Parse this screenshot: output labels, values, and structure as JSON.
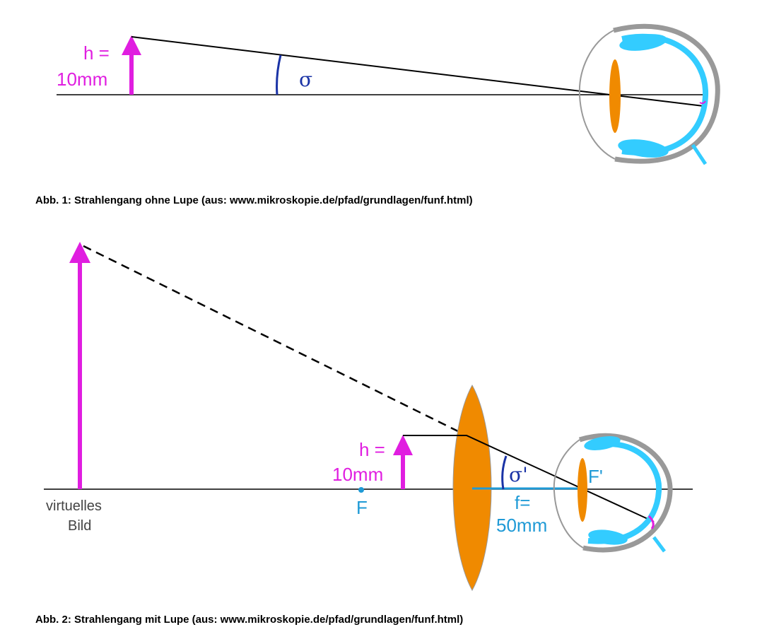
{
  "figure1": {
    "object_height_label_line1": "h =",
    "object_height_label_line2": "10mm",
    "angle_label": "σ",
    "caption": "Abb. 1: Strahlengang ohne Lupe (aus: www.mikroskopie.de/pfad/grundlagen/funf.html)"
  },
  "figure2": {
    "virtual_image_label_line1": "virtuelles",
    "virtual_image_label_line2": "Bild",
    "object_height_label_line1": "h =",
    "object_height_label_line2": "10mm",
    "focal_point_left": "F",
    "focal_point_right": "F'",
    "angle_label": "σ'",
    "focal_length_label_line1": "f=",
    "focal_length_label_line2": "50mm",
    "caption": "Abb. 2: Strahlengang mit Lupe (aus: www.mikroskopie.de/pfad/grundlagen/funf.html)"
  },
  "colors": {
    "magenta": "#e01ee0",
    "orange": "#f08a00",
    "cyan": "#33ccff",
    "blue": "#1a33a6",
    "gray": "#999999"
  }
}
